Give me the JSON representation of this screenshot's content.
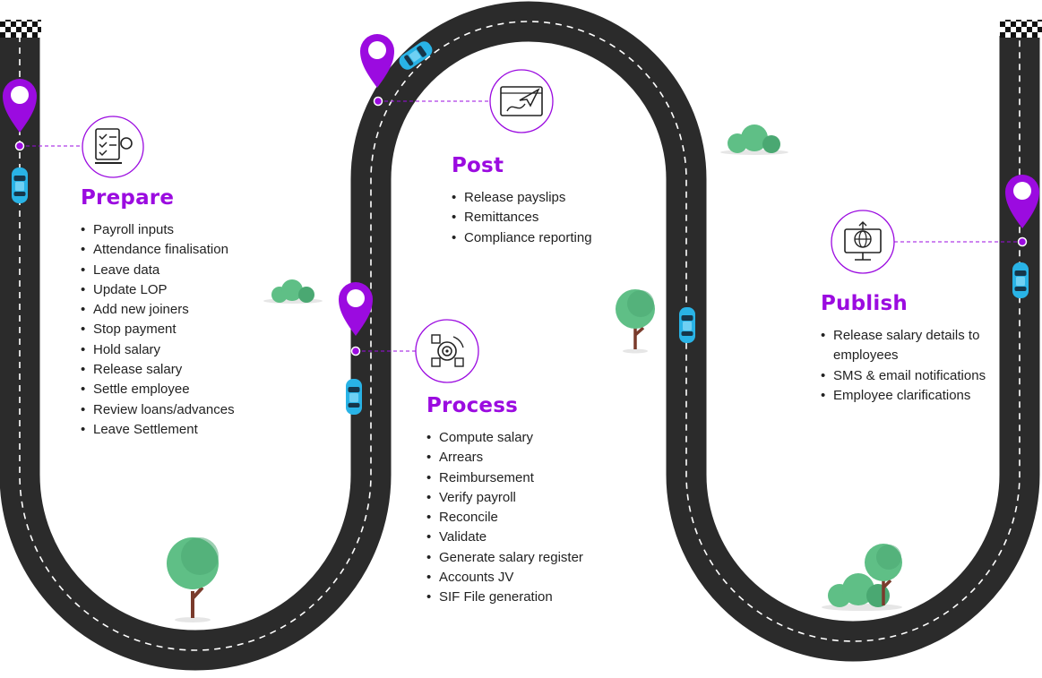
{
  "colors": {
    "road": "#2b2b2b",
    "lane": "#ffffff",
    "accent": "#9b0be0",
    "car": "#29b3e6",
    "tree": "#5fbf86",
    "tree_dark": "#4aa872",
    "trunk": "#7a3b2c"
  },
  "icons": {
    "prepare": "checklist-gear-icon",
    "post": "paper-plane-screen-icon",
    "process": "target-cycle-icon",
    "publish": "globe-upload-monitor-icon",
    "pin": "location-pin-icon",
    "car": "car-icon",
    "finish": "checkered-flag-icon"
  },
  "stages": {
    "prepare": {
      "title": "Prepare",
      "items": [
        "Payroll inputs",
        "Attendance finalisation",
        "Leave data",
        "Update LOP",
        "Add new joiners",
        "Stop payment",
        "Hold salary",
        "Release salary",
        "Settle employee",
        "Review loans/advances",
        "Leave Settlement"
      ]
    },
    "post": {
      "title": "Post",
      "items": [
        "Release payslips",
        "Remittances",
        "Compliance reporting"
      ]
    },
    "process": {
      "title": "Process",
      "items": [
        "Compute salary",
        "Arrears",
        "Reimbursement",
        "Verify payroll",
        "Reconcile",
        "Validate",
        "Generate salary register",
        "Accounts JV",
        "SIF File generation"
      ]
    },
    "publish": {
      "title": "Publish",
      "items": [
        "Release salary details to employees",
        "SMS & email notifications",
        "Employee clarifications"
      ]
    }
  }
}
